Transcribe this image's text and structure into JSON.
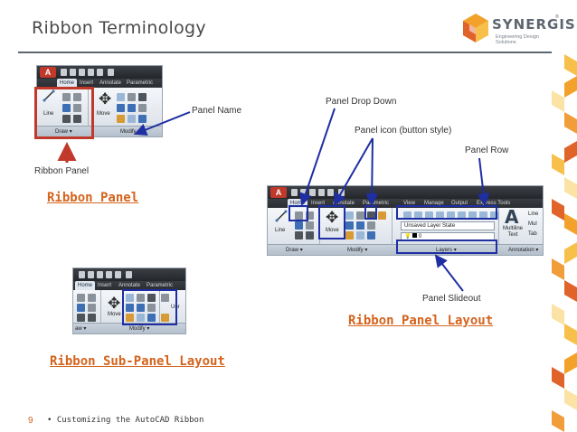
{
  "slide": {
    "title": "Ribbon Terminology",
    "page_number": "9",
    "footer_bullet": "•",
    "footer_text": "Customizing the AutoCAD Ribbon"
  },
  "logo": {
    "word": "SYNERGIS",
    "tagline": "Engineering Design Solutions",
    "trademark": "®"
  },
  "colors": {
    "heading": "#d4641d",
    "annotation_red": "#c0392b",
    "annotation_blue": "#1f2ea3"
  },
  "ribbon_panel": {
    "tabs": [
      "Home",
      "Insert",
      "Annotate",
      "Parametric"
    ],
    "tools": [
      "Line",
      "Move"
    ],
    "panels": [
      "Draw",
      "Modify"
    ],
    "panel_dropdown_arrow": "▾"
  },
  "ribbon_layout": {
    "tabs": [
      "Home",
      "Insert",
      "Annotate",
      "Parametric",
      "View",
      "Manage",
      "Output",
      "Express Tools"
    ],
    "tools": [
      "Line",
      "Move",
      "Multiline Text"
    ],
    "layer_state": "Unsaved Layer State",
    "layer_value": "0",
    "side_items": [
      "Line",
      "Mul",
      "Tab"
    ],
    "panels": [
      "Draw",
      "Modify",
      "Layers",
      "Annotation"
    ],
    "panel_dropdown_arrow": "▾"
  },
  "subpanel_layout": {
    "tabs": [
      "Home",
      "Insert",
      "Annotate",
      "Parametric"
    ],
    "tools": [
      "Move",
      "Unr"
    ],
    "panels": [
      "aw",
      "Modify"
    ],
    "panel_dropdown_arrow": "▾"
  },
  "annotations": {
    "panel_name": "Panel Name",
    "ribbon_panel_label": "Ribbon Panel",
    "panel_drop_down": "Panel Drop Down",
    "panel_icon": "Panel icon (button style)",
    "panel_row": "Panel Row",
    "panel_slideout": "Panel Slideout"
  },
  "headings": {
    "ribbon_panel": "Ribbon Panel",
    "ribbon_panel_layout": "Ribbon Panel Layout",
    "ribbon_subpanel_layout": "Ribbon Sub-Panel Layout"
  }
}
